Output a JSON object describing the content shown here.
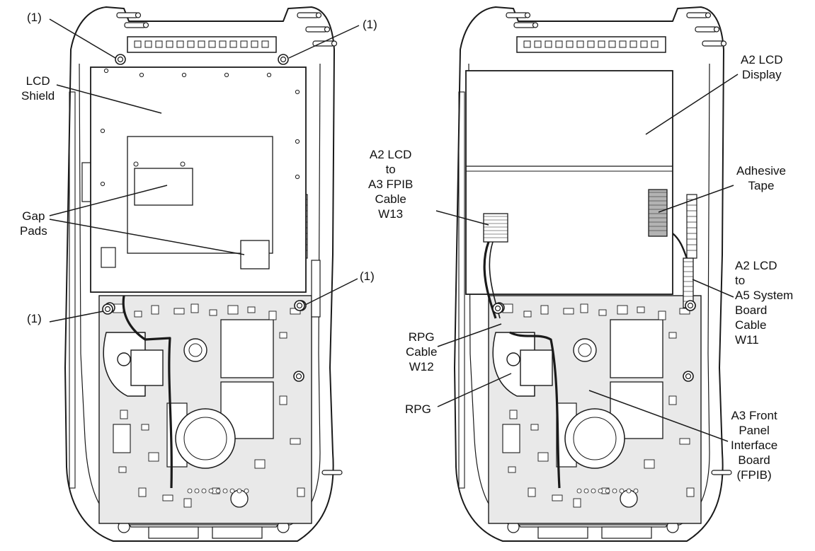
{
  "colors": {
    "line": "#1a1a1a",
    "body_fill": "#ffffff",
    "board_fill": "#e9e9e9",
    "tape_fill": "#b3b3b3",
    "dark_part": "#4a4a4a"
  },
  "left_panel": {
    "callouts": {
      "screw_top_left": "(1)",
      "screw_top_right": "(1)",
      "screw_mid_right": "(1)",
      "screw_mid_left": "(1)",
      "lcd_shield": [
        "LCD",
        "Shield"
      ],
      "gap_pads": [
        "Gap",
        "Pads"
      ]
    }
  },
  "right_panel": {
    "callouts": {
      "a2_lcd_display": [
        "A2 LCD",
        "Display"
      ],
      "fpib_cable": [
        "A2 LCD",
        "to",
        "A3 FPIB",
        "Cable",
        "W13"
      ],
      "adhesive_tape": [
        "Adhesive",
        "Tape"
      ],
      "system_board_cable": [
        "A2 LCD",
        "to",
        "A5 System",
        "Board",
        "Cable",
        "W11"
      ],
      "rpg_cable": [
        "RPG",
        "Cable",
        "W12"
      ],
      "rpg": [
        "RPG"
      ],
      "fpib_board": [
        "A3 Front",
        "Panel",
        "Interface",
        "Board",
        "(FPIB)"
      ]
    }
  }
}
